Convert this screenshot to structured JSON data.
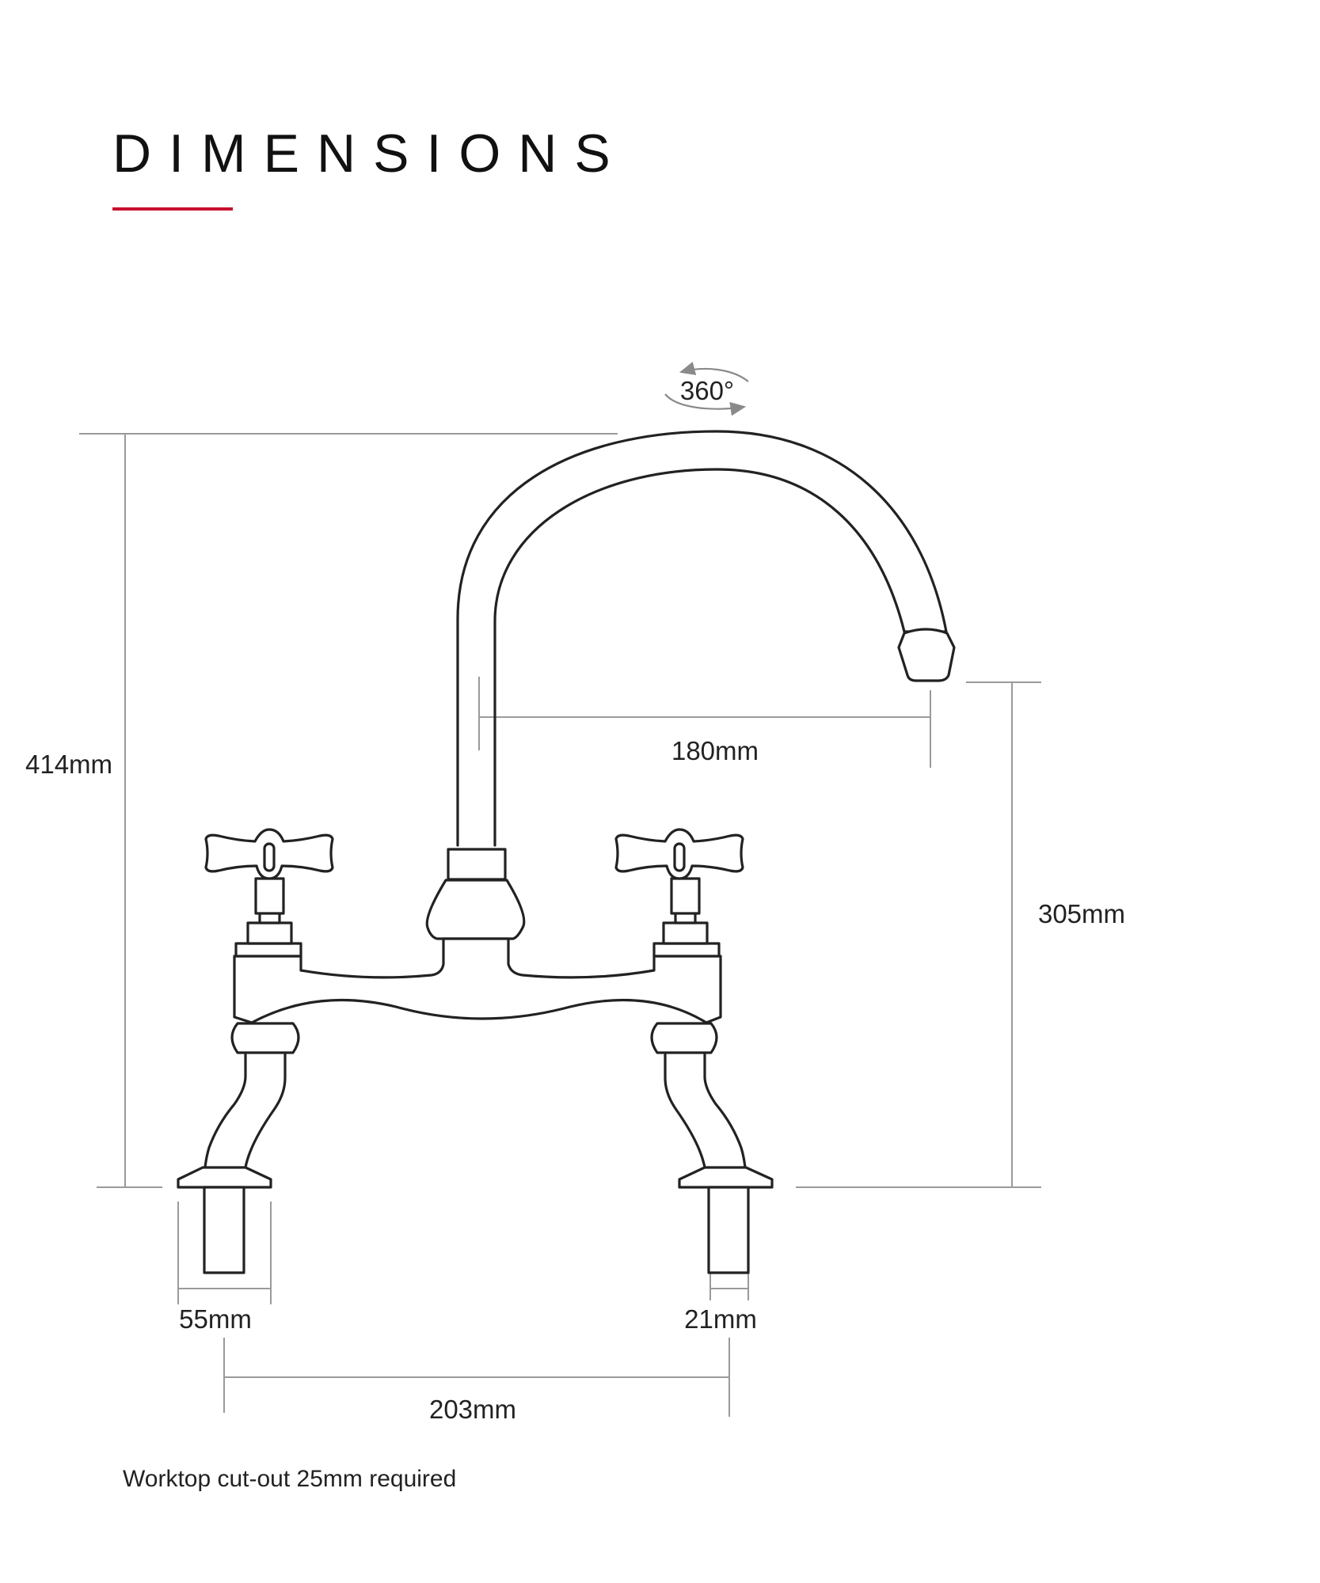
{
  "heading": {
    "title": "DIMENSIONS"
  },
  "colors": {
    "accent": "#c8102e",
    "line": "#222222",
    "dimension": "#9a9a9a"
  },
  "dimensions": {
    "rotation": "360°",
    "overall_height": "414mm",
    "spout_reach": "180mm",
    "spout_height": "305mm",
    "flange_width": "55mm",
    "shank_diameter": "21mm",
    "tap_centres": "203mm"
  },
  "note": {
    "text": "Worktop cut-out 25mm required"
  }
}
